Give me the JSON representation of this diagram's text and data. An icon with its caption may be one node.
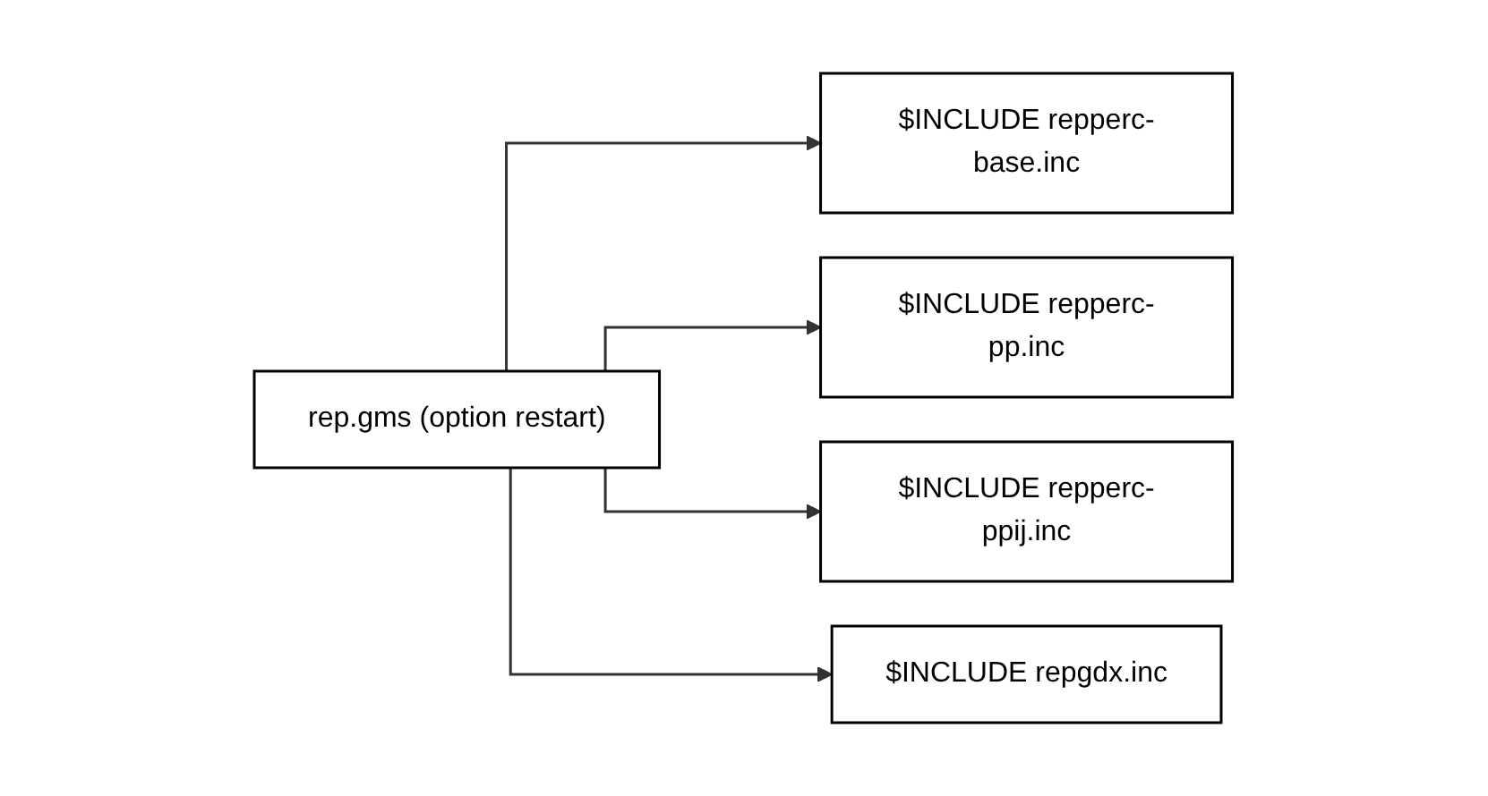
{
  "diagram": {
    "nodes": [
      {
        "text": [
          "rep.gms (option restart)"
        ]
      },
      {
        "text": [
          "$INCLUDE repperc-base.inc"
        ]
      },
      {
        "text": [
          "$INCLUDE repperc-pp.inc"
        ]
      },
      {
        "text": [
          "$INCLUDE repperc-ppij.inc"
        ]
      },
      {
        "text": [
          "$INCLUDE repgdx.inc"
        ]
      }
    ],
    "edges": [
      {
        "from": 0,
        "to": 1,
        "arrow": "to"
      },
      {
        "from": 0,
        "to": 2,
        "arrow": "to"
      },
      {
        "from": 0,
        "to": 3,
        "arrow": "to"
      },
      {
        "from": 0,
        "to": 4,
        "arrow": "to"
      }
    ]
  }
}
